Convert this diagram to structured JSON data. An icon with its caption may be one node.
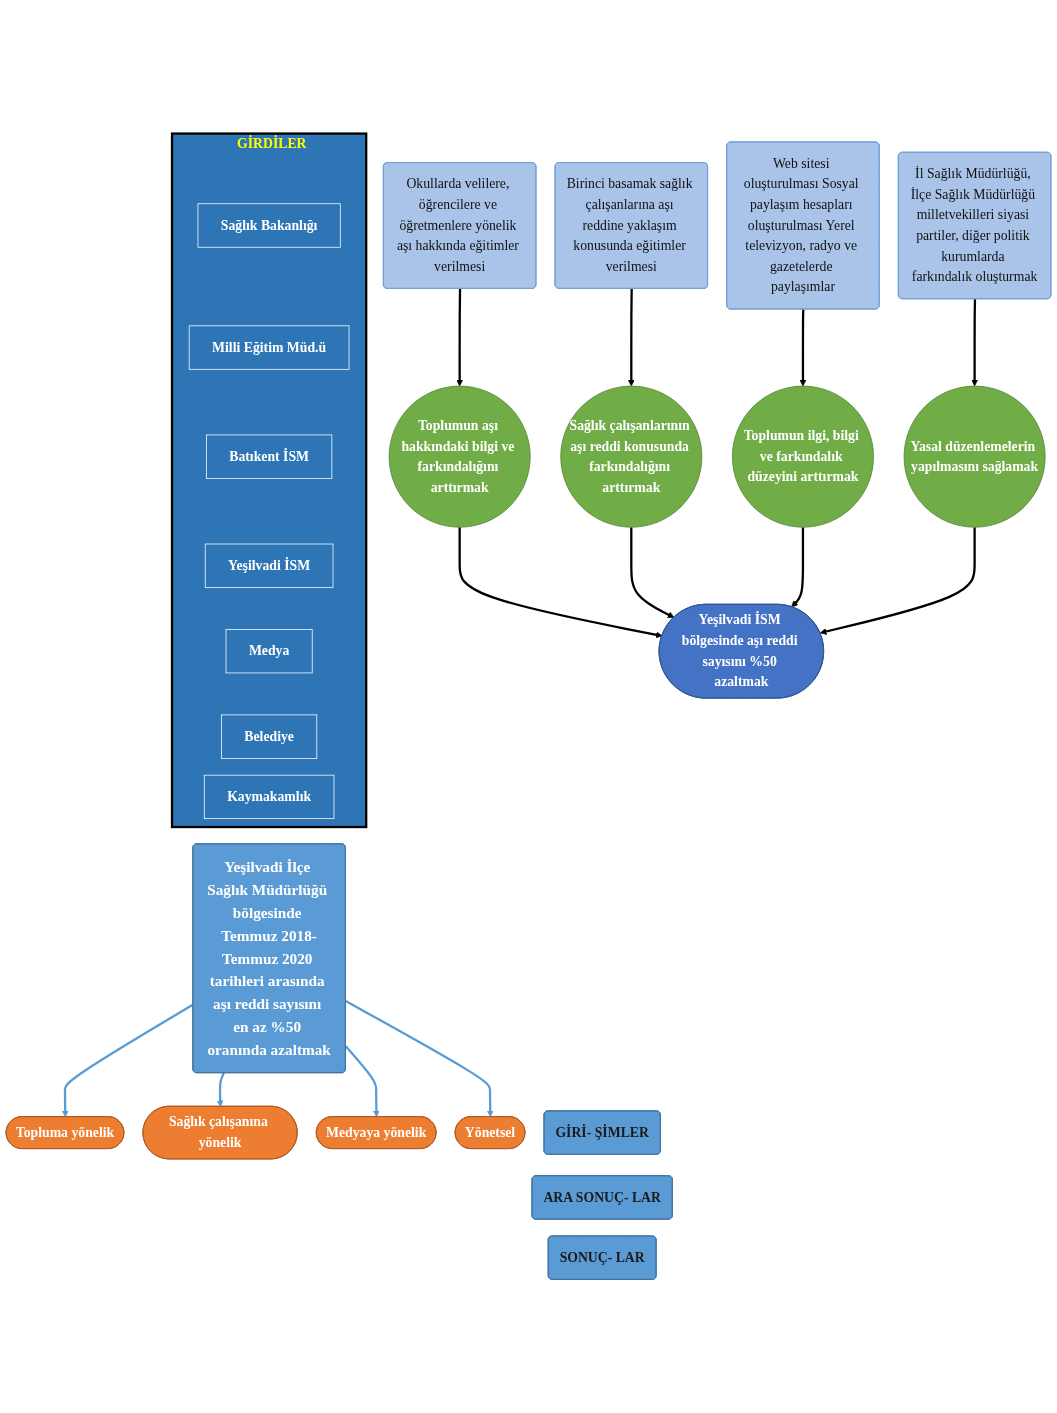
{
  "diagram": {
    "nodes": [
      {
        "text": [
          "GİRDİLER"
        ]
      },
      {
        "text": [
          "Sağlık Bakanlığı"
        ],
        "in": 0
      },
      {
        "text": [
          "Milli Eğitim Müd.ü"
        ],
        "in": 0
      },
      {
        "text": [
          "Batıkent İSM"
        ],
        "in": 0
      },
      {
        "text": [
          "Yeşilvadi İSM"
        ],
        "in": 0
      },
      {
        "text": [
          "Medya"
        ],
        "in": 0
      },
      {
        "text": [
          "Belediye"
        ],
        "in": 0
      },
      {
        "text": [
          "Kaymakamlık"
        ],
        "in": 0
      },
      {
        "text": [
          "Yeşilvadi İlçe Sağlık Müdürlüğü bölgesinde Temmuz 2018-Temmuz 2020 tarihleri arasında aşı reddi sayısını en az %50 oranında azaltmak"
        ]
      },
      {
        "text": [
          "Topluma yönelik"
        ]
      },
      {
        "text": [
          "Sağlık çalışanına yönelik"
        ]
      },
      {
        "text": [
          "Medyaya yönelik"
        ]
      },
      {
        "text": [
          "Yönetsel"
        ]
      },
      {
        "text": [
          "GİRİ- ŞİMLER"
        ]
      },
      {
        "text": [
          "Okullarda velilere, öğrencilere ve öğretmenlere yönelik aşı hakkında eğitimler verilmesi"
        ]
      },
      {
        "text": [
          "Birinci basamak sağlık çalışanlarına aşı reddine yaklaşım konusunda eğitimler verilmesi"
        ]
      },
      {
        "text": [
          "Web sitesi oluşturulması Sosyal paylaşım hesapları oluşturulması Yerel televizyon, radyo ve gazetelerde paylaşımlar"
        ]
      },
      {
        "text": [
          "İl Sağlık Müdürlüğü, İlçe Sağlık Müdürlüğü milletvekilleri siyasi partiler, diğer politik kurumlarda farkındalık oluşturmak"
        ]
      },
      {
        "text": [
          "ARA SONUÇ- LAR"
        ]
      },
      {
        "text": [
          "Toplumun aşı hakkındaki bilgi ve farkındalığını arttırmak"
        ]
      },
      {
        "text": [
          "Sağlık çalışanlarının aşı reddi konusunda farkındalığını arttırmak"
        ]
      },
      {
        "text": [
          "Toplumun ilgi, bilgi ve farkındalık düzeyini arttırmak"
        ]
      },
      {
        "text": [
          "Yasal düzenlemelerin yapılmasını sağlamak"
        ]
      },
      {
        "text": [
          "SONUÇ- LAR"
        ]
      },
      {
        "text": [
          "Yeşilvadi İSM bölgesinde aşı reddi sayısını %50 azaltmak"
        ]
      }
    ],
    "edges": [
      {
        "from": 8,
        "to": 9,
        "arrow": "to",
        "color": "#5b9bd5"
      },
      {
        "from": 8,
        "to": 10,
        "arrow": "to",
        "color": "#5b9bd5"
      },
      {
        "from": 8,
        "to": 11,
        "arrow": "to",
        "color": "#5b9bd5"
      },
      {
        "from": 8,
        "to": 12,
        "arrow": "to",
        "color": "#5b9bd5"
      },
      {
        "from": 14,
        "to": 19,
        "arrow": "to"
      },
      {
        "from": 15,
        "to": 20,
        "arrow": "to"
      },
      {
        "from": 16,
        "to": 21,
        "arrow": "to"
      },
      {
        "from": 17,
        "to": 22,
        "arrow": "to"
      },
      {
        "from": 19,
        "to": 24,
        "arrow": "to"
      },
      {
        "from": 20,
        "to": 24,
        "arrow": "to"
      },
      {
        "from": 21,
        "to": 24,
        "arrow": "to"
      },
      {
        "from": 22,
        "to": 24,
        "arrow": "to"
      }
    ]
  }
}
